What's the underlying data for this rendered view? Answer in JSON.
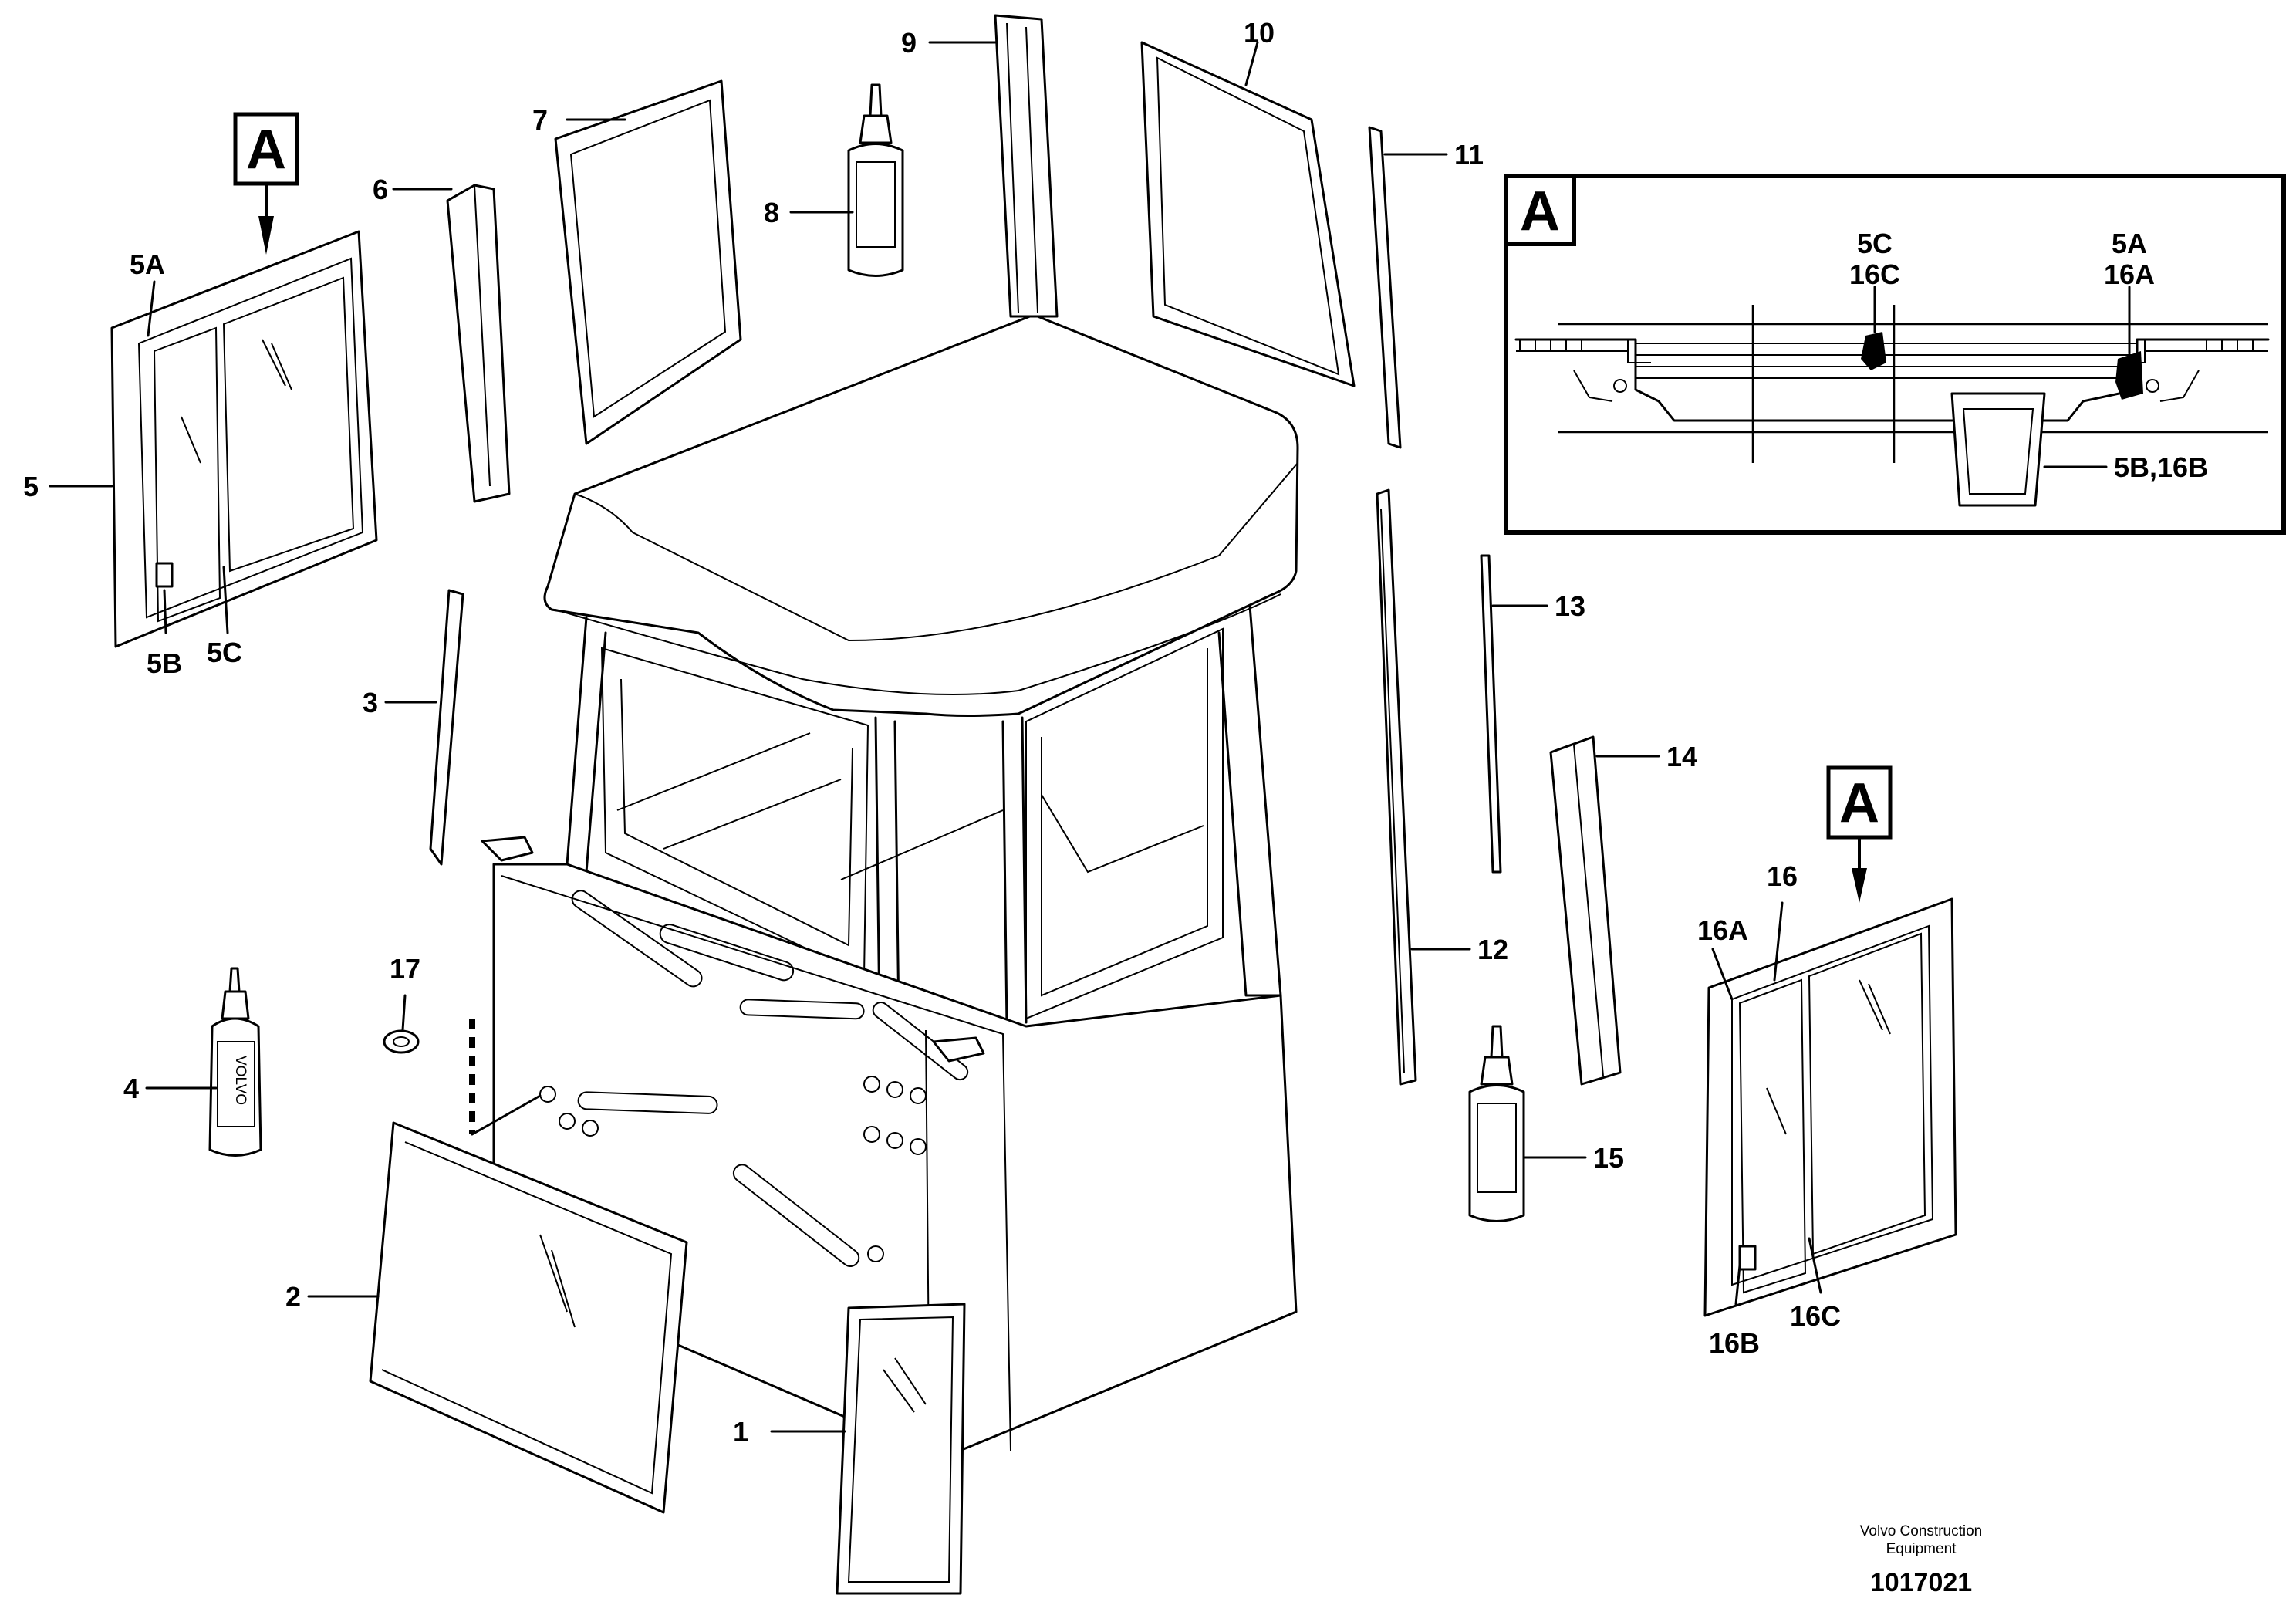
{
  "diagram": {
    "callouts": {
      "n1": "1",
      "n2": "2",
      "n3": "3",
      "n4": "4",
      "n5": "5",
      "n5A": "5A",
      "n5B": "5B",
      "n5C": "5C",
      "n6": "6",
      "n7": "7",
      "n8": "8",
      "n9": "9",
      "n10": "10",
      "n11": "11",
      "n12": "12",
      "n13": "13",
      "n14": "14",
      "n15": "15",
      "n16": "16",
      "n16A": "16A",
      "n16B": "16B",
      "n16C": "16C",
      "n17": "17"
    },
    "detail": {
      "box_letter": "A",
      "label_5C": "5C",
      "label_16C": "16C",
      "label_5A": "5A",
      "label_16A": "16A",
      "label_5B16B": "5B,16B"
    },
    "view_markers": {
      "left": "A",
      "right": "A"
    },
    "bottle_brand": "VOLVO",
    "footer": {
      "company_line1": "Volvo Construction",
      "company_line2": "Equipment",
      "drawing_number": "1017021"
    }
  }
}
